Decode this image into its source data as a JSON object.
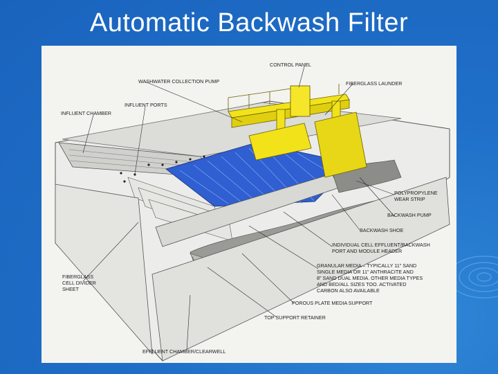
{
  "slide": {
    "title": "Automatic Backwash Filter"
  },
  "diagram": {
    "labels": {
      "control_panel": "CONTROL PANEL",
      "washwater_pump": "WASHWATER COLLECTION PUMP",
      "fiberglass_launder": "FIBERGLASS LAUNDER",
      "influent_ports": "INFLUENT PORTS",
      "influent_chamber": "INFLUENT CHAMBER",
      "polypropylene_1": "POLYPROPYLENE",
      "polypropylene_2": "WEAR STRIP",
      "backwash_pump": "BACKWASH PUMP",
      "backwash_shoe": "BACKWASH SHOE",
      "effluent_port_1": "INDIVIDUAL CELL EFFLUENT/BACKWASH",
      "effluent_port_2": "PORT AND MODULE HEADER",
      "media_1": "GRANULAR MEDIA – TYPICALLY 11\" SAND",
      "media_2": "SINGLE MEDIA OR 11\" ANTHRACITE AND",
      "media_3": "8\" SAND DUAL MEDIA. OTHER MEDIA TYPES",
      "media_4": "AND BED/ALL SIZES TOO. ACTIVATED",
      "media_5": "CARBON ALSO AVAILABLE",
      "cell_divider_1": "FIBERGLASS",
      "cell_divider_2": "CELL DIVIDER",
      "cell_divider_3": "SHEET",
      "porous_plate": "POROUS PLATE MEDIA SUPPORT",
      "top_retainer": "TOP SUPPORT RETAINER",
      "effluent_chamber": "EFFLUENT CHAMBER/CLEARWELL"
    }
  }
}
